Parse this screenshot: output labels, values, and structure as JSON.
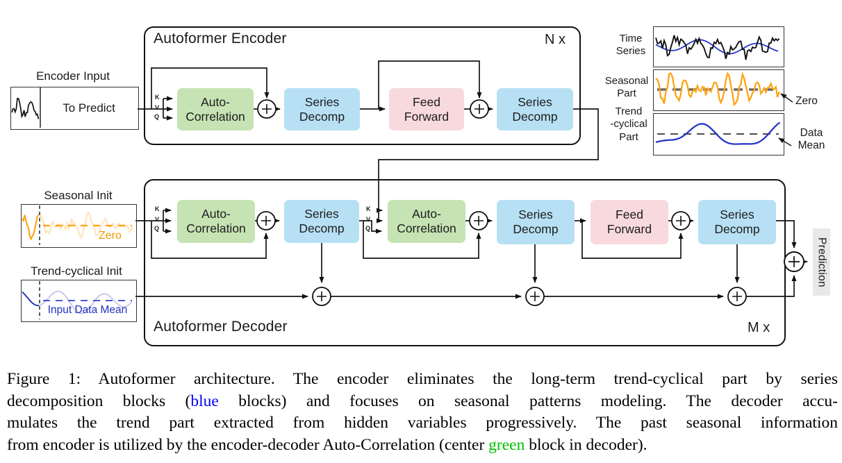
{
  "figure": {
    "encoder_input": {
      "title": "Encoder Input",
      "label": "To Predict"
    },
    "encoder": {
      "title": "Autoformer Encoder",
      "repeat": "N x"
    },
    "decoder": {
      "title": "Autoformer Decoder",
      "repeat": "M x"
    },
    "labels": {
      "auto_correlation": "Auto-\nCorrelation",
      "series_decomp": "Series\nDecomp",
      "feed_forward": "Feed\nForward"
    },
    "kvq": {
      "k": "K",
      "v": "V",
      "q": "Q"
    },
    "seasonal_init": {
      "title": "Seasonal Init",
      "zero_label": "Zero"
    },
    "trend_init": {
      "title": "Trend-cyclical Init",
      "mean_label": "Input Data Mean"
    },
    "side_plots": {
      "time_series_label": "Time\nSeries",
      "seasonal_part_label": "Seasonal\nPart",
      "trend_part_label": "Trend\n-cyclical\nPart",
      "zero_label": "Zero",
      "data_mean_label": "Data\nMean"
    },
    "prediction_label": "Prediction",
    "colors": {
      "block_green": "#C6E3B4",
      "block_blue": "#B7E0F4",
      "block_pink": "#F7D9DE",
      "wave_orange": "#FFA313",
      "wave_blue": "#2737C8",
      "init_text_blue": "#2330BD",
      "prediction_bg": "#E8E8E8"
    }
  },
  "caption": {
    "line1": "Figure 1: Autoformer architecture. The encoder eliminates the long-term trend-cyclical part by series",
    "line2_pre": "decomposition blocks (",
    "line2_colored": "blue",
    "line2_post": " blocks) and focuses on seasonal patterns modeling. The decoder accu-",
    "line3": "mulates the trend part extracted from hidden variables progressively. The past seasonal information",
    "line4_pre": "from encoder is utilized by the encoder-decoder Auto-Correlation (center ",
    "line4_colored": "green",
    "line4_post": " block in decoder).",
    "blue_hex": "#0000FF",
    "green_hex": "#00C000"
  }
}
